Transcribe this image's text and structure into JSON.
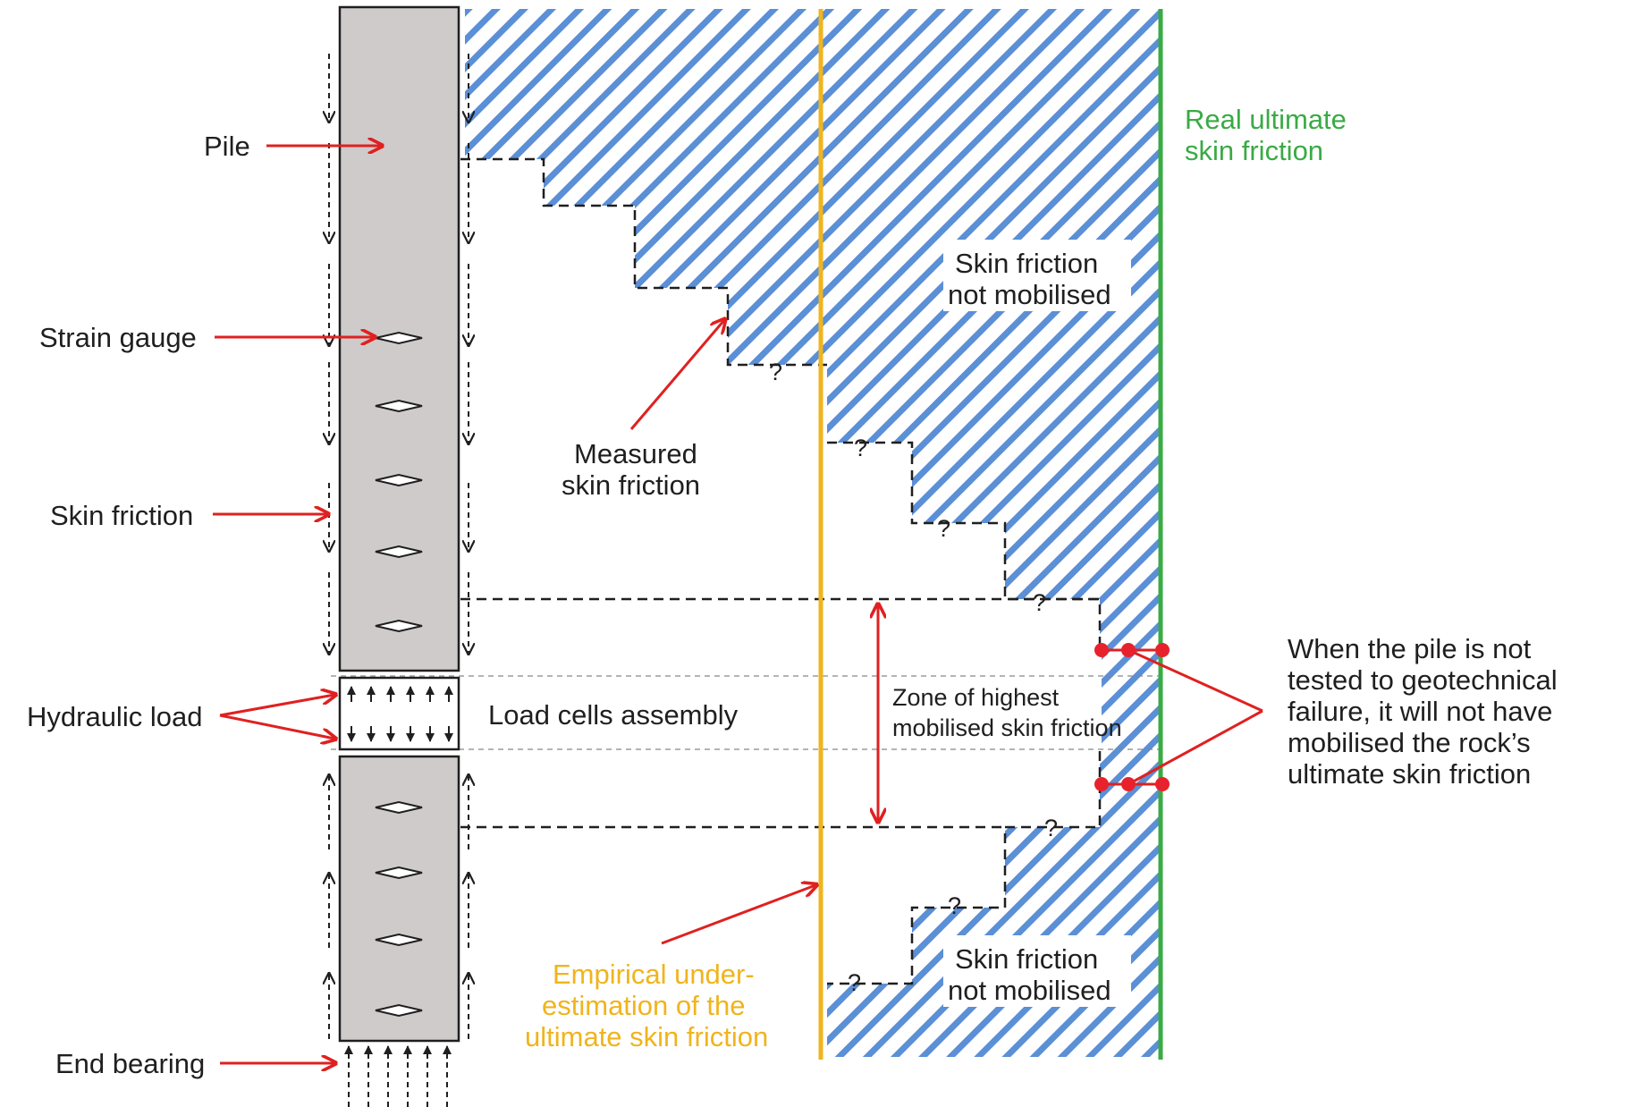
{
  "labels": {
    "pile": "Pile",
    "strain_gauge": "Strain gauge",
    "skin_friction": "Skin friction",
    "hydraulic_load": "Hydraulic load",
    "end_bearing": "End bearing",
    "load_cells": "Load cells assembly",
    "measured_line1": "Measured",
    "measured_line2": "skin friction",
    "not_mob_line1": "Skin friction",
    "not_mob_line2": "not mobilised",
    "not_mob2_line1": "Skin friction",
    "not_mob2_line2": "not mobilised",
    "zone_line1": "Zone of highest",
    "zone_line2": "mobilised skin friction",
    "real_line1": "Real ultimate",
    "real_line2": "skin friction",
    "empirical_line1": "Empirical under-",
    "empirical_line2": "estimation of the",
    "empirical_line3": "ultimate skin friction",
    "note_line1": "When the pile is not",
    "note_line2": "tested to geotechnical",
    "note_line3": "failure, it will not have",
    "note_line4": "mobilised the rock’s",
    "note_line5": "ultimate skin friction",
    "question": "?"
  },
  "colors": {
    "pile_fill": "#cfcbcb",
    "hatch": "#5b8fd6",
    "arrow_red": "#e02020",
    "empirical_line": "#f0b41c",
    "real_line": "#3aaa45",
    "real_text": "#3aaa45",
    "empirical_text": "#f0b41c",
    "dot": "#e8222d"
  }
}
